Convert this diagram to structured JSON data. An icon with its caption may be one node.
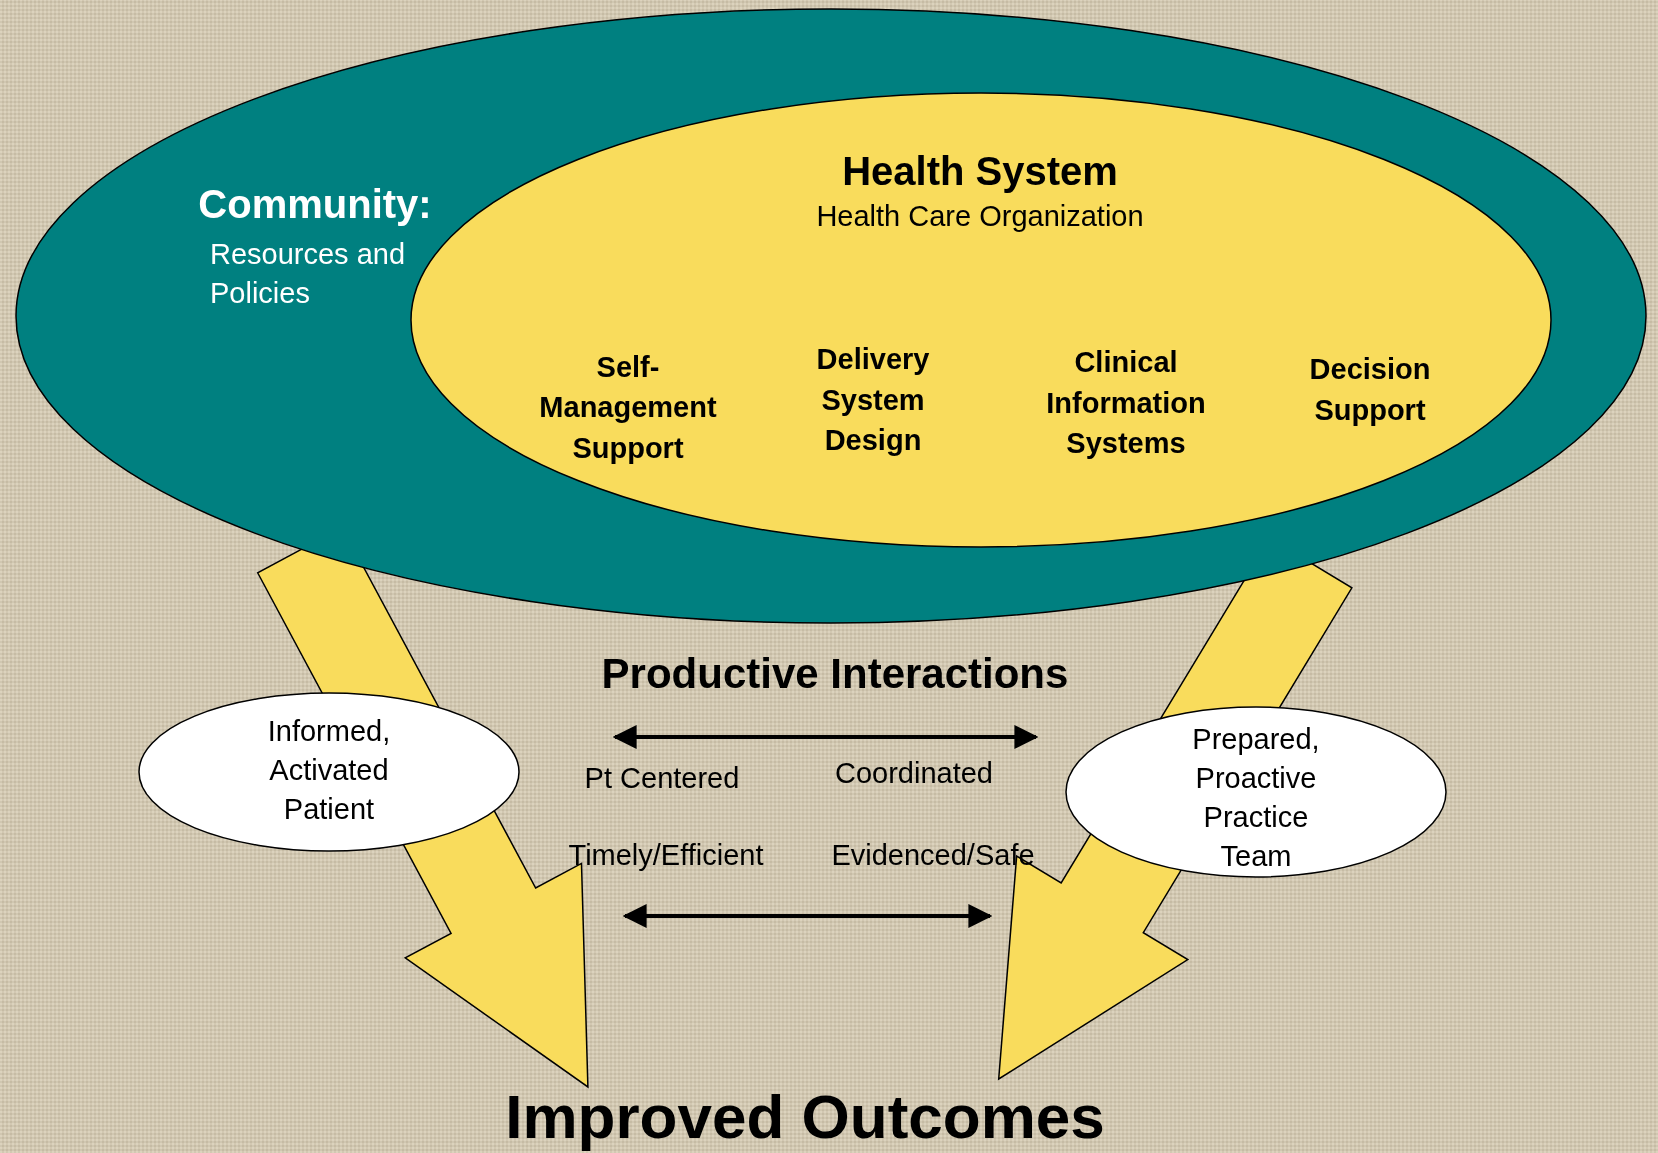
{
  "diagram": {
    "nodes": [
      {
        "text": [
          "Community:",
          "Resources and Policies"
        ]
      },
      {
        "text": [
          "Health System",
          "Health Care Organization"
        ],
        "in": 0
      },
      {
        "text": [
          "Self-Management Support"
        ],
        "in": 1
      },
      {
        "text": [
          "Delivery System Design"
        ],
        "in": 1
      },
      {
        "text": [
          "Clinical Information Systems"
        ],
        "in": 1
      },
      {
        "text": [
          "Decision Support"
        ],
        "in": 1
      },
      {
        "text": [
          "Informed, Activated Patient"
        ]
      },
      {
        "text": [
          "Prepared, Proactive Practice Team"
        ]
      },
      {
        "text": [
          "Improved Outcomes"
        ]
      }
    ],
    "edges": [
      {
        "from": 0,
        "to": 8,
        "arrow": "to",
        "style": "thick"
      },
      {
        "from": 0,
        "to": 8,
        "arrow": "to",
        "style": "thick"
      }
    ],
    "labels": [
      "Productive Interactions",
      "Pt Centered",
      "Coordinated",
      "Timely/Efficient",
      "Evidenced/Safe"
    ]
  }
}
